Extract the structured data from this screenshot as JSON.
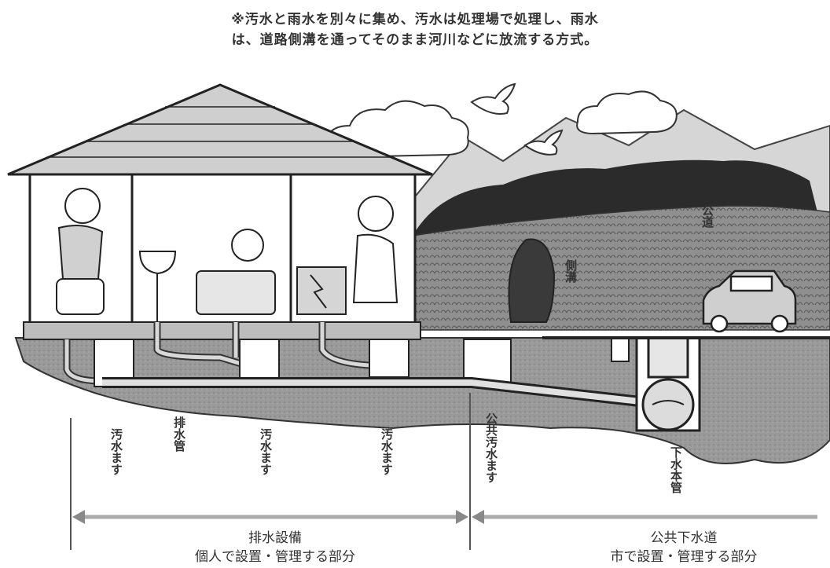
{
  "caption": {
    "line1": "※汚水と雨水を別々に集め、汚水は処理場で処理し、雨水",
    "line2": "は、道路側溝を通ってそのまま河川などに放流する方式。"
  },
  "labels": {
    "road": "公道",
    "gutter": "側溝",
    "sewage_box_1": "汚水ます",
    "drain_pipe": "排水管",
    "sewage_box_2": "汚水ます",
    "sewage_box_3": "汚水ます",
    "public_sewage_box": "公共汚水ます",
    "main_sewer": "下水本管"
  },
  "zones": {
    "private": {
      "title": "排水設備",
      "subtitle": "個人で設置・管理する部分"
    },
    "public": {
      "title": "公共下水道",
      "subtitle": "市で設置・管理する部分"
    }
  },
  "colors": {
    "ink": "#222222",
    "ground": "#8a8a8a",
    "forest": "#2b2b2b",
    "hill": "#d9d9d9"
  }
}
